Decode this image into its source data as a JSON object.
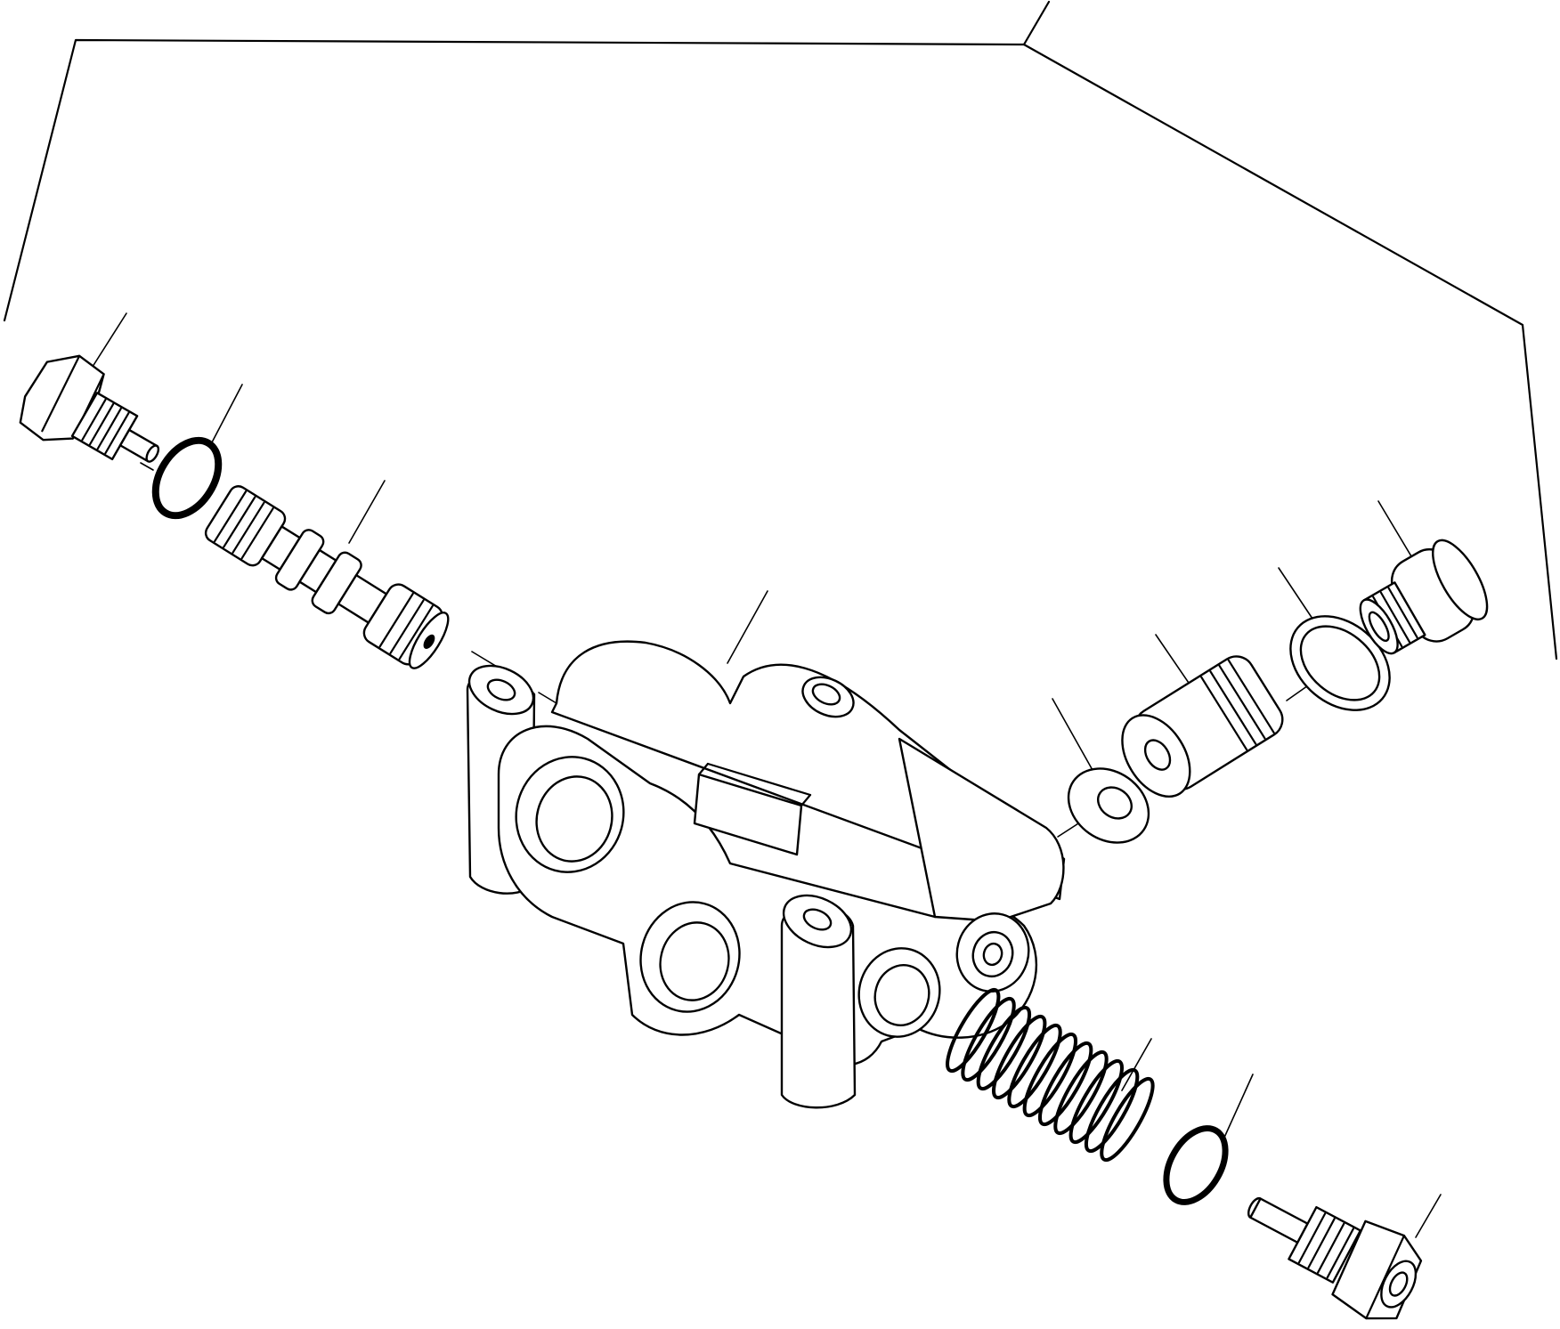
{
  "diagram": {
    "type": "exploded-parts-view",
    "line_color": "#000000",
    "background": "#ffffff",
    "parts": [
      {
        "id": "plug-upper-left",
        "icon": "hex-plug-icon"
      },
      {
        "id": "o-ring-upper-left",
        "icon": "o-ring-icon"
      },
      {
        "id": "spool",
        "icon": "valve-spool-icon"
      },
      {
        "id": "valve-body",
        "icon": "valve-body-icon"
      },
      {
        "id": "washer",
        "icon": "washer-icon"
      },
      {
        "id": "sleeve",
        "icon": "threaded-sleeve-icon"
      },
      {
        "id": "seal-ring",
        "icon": "seal-ring-icon"
      },
      {
        "id": "plug-upper-right",
        "icon": "flanged-plug-icon"
      },
      {
        "id": "spring",
        "icon": "coil-spring-icon"
      },
      {
        "id": "o-ring-lower",
        "icon": "o-ring-icon"
      },
      {
        "id": "plug-lower-right",
        "icon": "hex-plug-icon"
      }
    ]
  }
}
